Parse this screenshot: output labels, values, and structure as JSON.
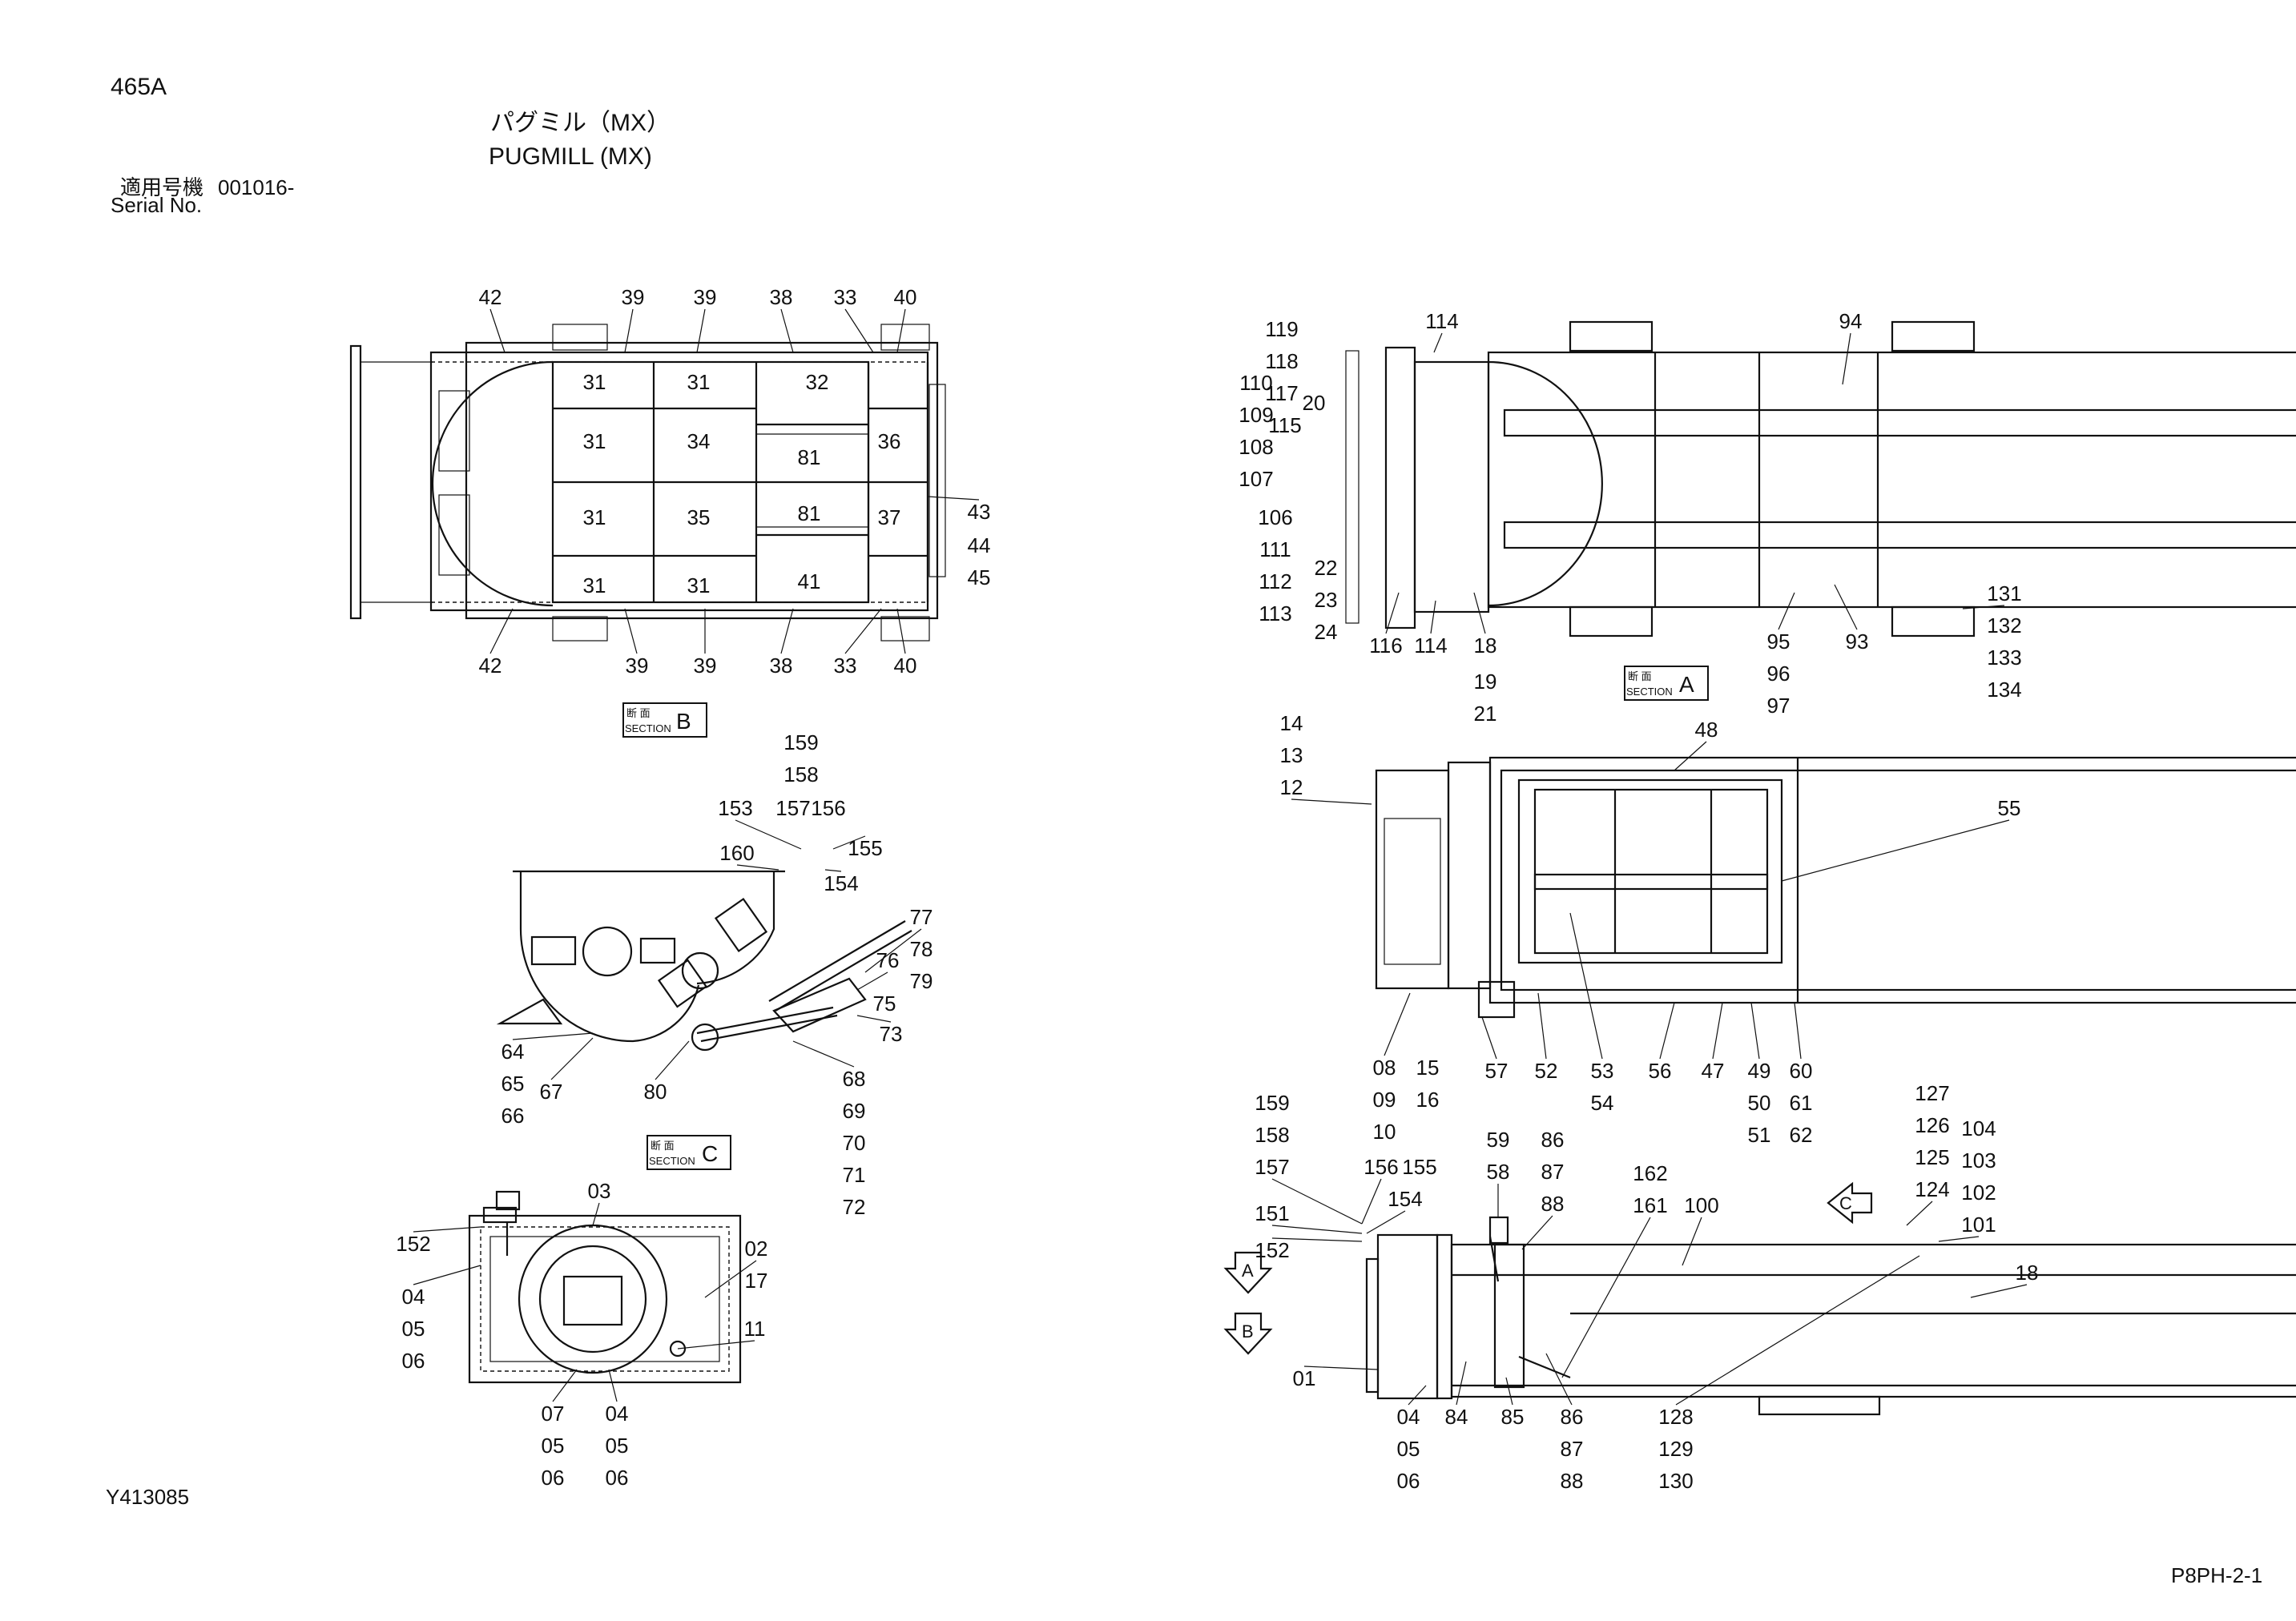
{
  "header": {
    "model": "465A",
    "title_jp": "パグミル（MX）",
    "title_en": "PUGMILL (MX)",
    "serial_label_jp": "適用号機",
    "serial_value": "001016-",
    "serial_label_en": "Serial No."
  },
  "footer": {
    "drawing_no": "Y413085",
    "page_code": "P8PH-2-1"
  },
  "section_tags": {
    "jp": "断 面",
    "en": "SECTION",
    "a": "A",
    "b": "B",
    "c": "C"
  },
  "callouts": {
    "sb": [
      "42",
      "39",
      "39",
      "38",
      "33",
      "40",
      "31",
      "31",
      "32",
      "31",
      "34",
      "81",
      "36",
      "31",
      "35",
      "81",
      "37",
      "31",
      "31",
      "41",
      "43",
      "44",
      "45",
      "42",
      "39",
      "39",
      "38",
      "33",
      "40"
    ],
    "tr": [
      "119",
      "118",
      "117",
      "110",
      "109",
      "108",
      "107",
      "115",
      "20",
      "114",
      "94",
      "106",
      "111",
      "112",
      "113",
      "22",
      "23",
      "24",
      "116",
      "114",
      "18",
      "19",
      "21",
      "95",
      "96",
      "97",
      "93",
      "131",
      "132",
      "133",
      "134"
    ],
    "sc": [
      "159",
      "158",
      "153",
      "157",
      "156",
      "155",
      "160",
      "154",
      "77",
      "78",
      "79",
      "76",
      "75",
      "73",
      "64",
      "65",
      "66",
      "67",
      "80",
      "68",
      "69",
      "70",
      "71",
      "72"
    ],
    "mr": [
      "14",
      "13",
      "12",
      "48",
      "55",
      "08",
      "09",
      "10",
      "15",
      "16",
      "57",
      "52",
      "53",
      "54",
      "56",
      "47",
      "49",
      "50",
      "51",
      "60",
      "61",
      "62"
    ],
    "bl": [
      "03",
      "152",
      "02",
      "17",
      "04",
      "05",
      "06",
      "11",
      "07",
      "05",
      "06",
      "04",
      "05",
      "06"
    ],
    "br": [
      "159",
      "158",
      "157",
      "156",
      "155",
      "151",
      "154",
      "152",
      "59",
      "58",
      "86",
      "87",
      "88",
      "162",
      "161",
      "100",
      "127",
      "126",
      "125",
      "124",
      "104",
      "103",
      "102",
      "101",
      "18",
      "01",
      "04",
      "05",
      "06",
      "84",
      "85",
      "86",
      "87",
      "88",
      "128",
      "129",
      "130"
    ]
  }
}
